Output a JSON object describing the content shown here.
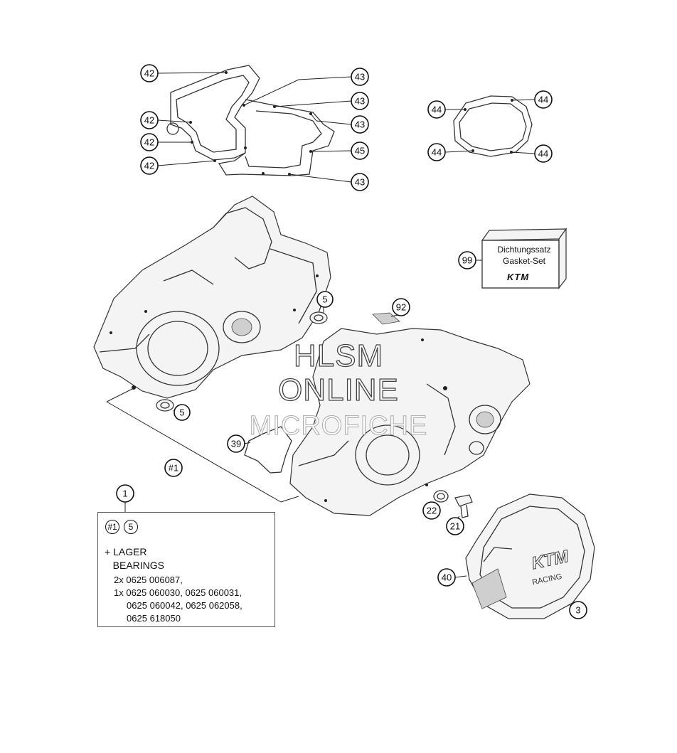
{
  "callouts": {
    "c42a": "42",
    "c42b": "42",
    "c42c": "42",
    "c42d": "42",
    "c43a": "43",
    "c43b": "43",
    "c43c": "43",
    "c43d": "43",
    "c45": "45",
    "c44a": "44",
    "c44b": "44",
    "c44c": "44",
    "c44d": "44",
    "c99": "99",
    "c92": "92",
    "c5a": "5",
    "c5b": "5",
    "c39": "39",
    "c1ref": "#1",
    "c1": "1",
    "c22": "22",
    "c21": "21",
    "c40": "40",
    "c3": "3"
  },
  "gasket_box": {
    "line1": "Dichtungssatz",
    "line2": "Gasket-Set",
    "logo": "KTM"
  },
  "cover_text": {
    "logo": "KTM",
    "sub": "RACING"
  },
  "note": {
    "ref1": "#1",
    "ref2": "5",
    "title1": "+ LAGER",
    "title2": "   BEARINGS",
    "lines": [
      "2x 0625 006087,",
      "1x 0625 060030, 0625 060031,",
      "     0625 060042, 0625 062058,",
      "     0625 618050"
    ]
  },
  "watermark": {
    "line1": "HLSM",
    "line2": "ONLINE",
    "line3": "MICROFICHE"
  }
}
